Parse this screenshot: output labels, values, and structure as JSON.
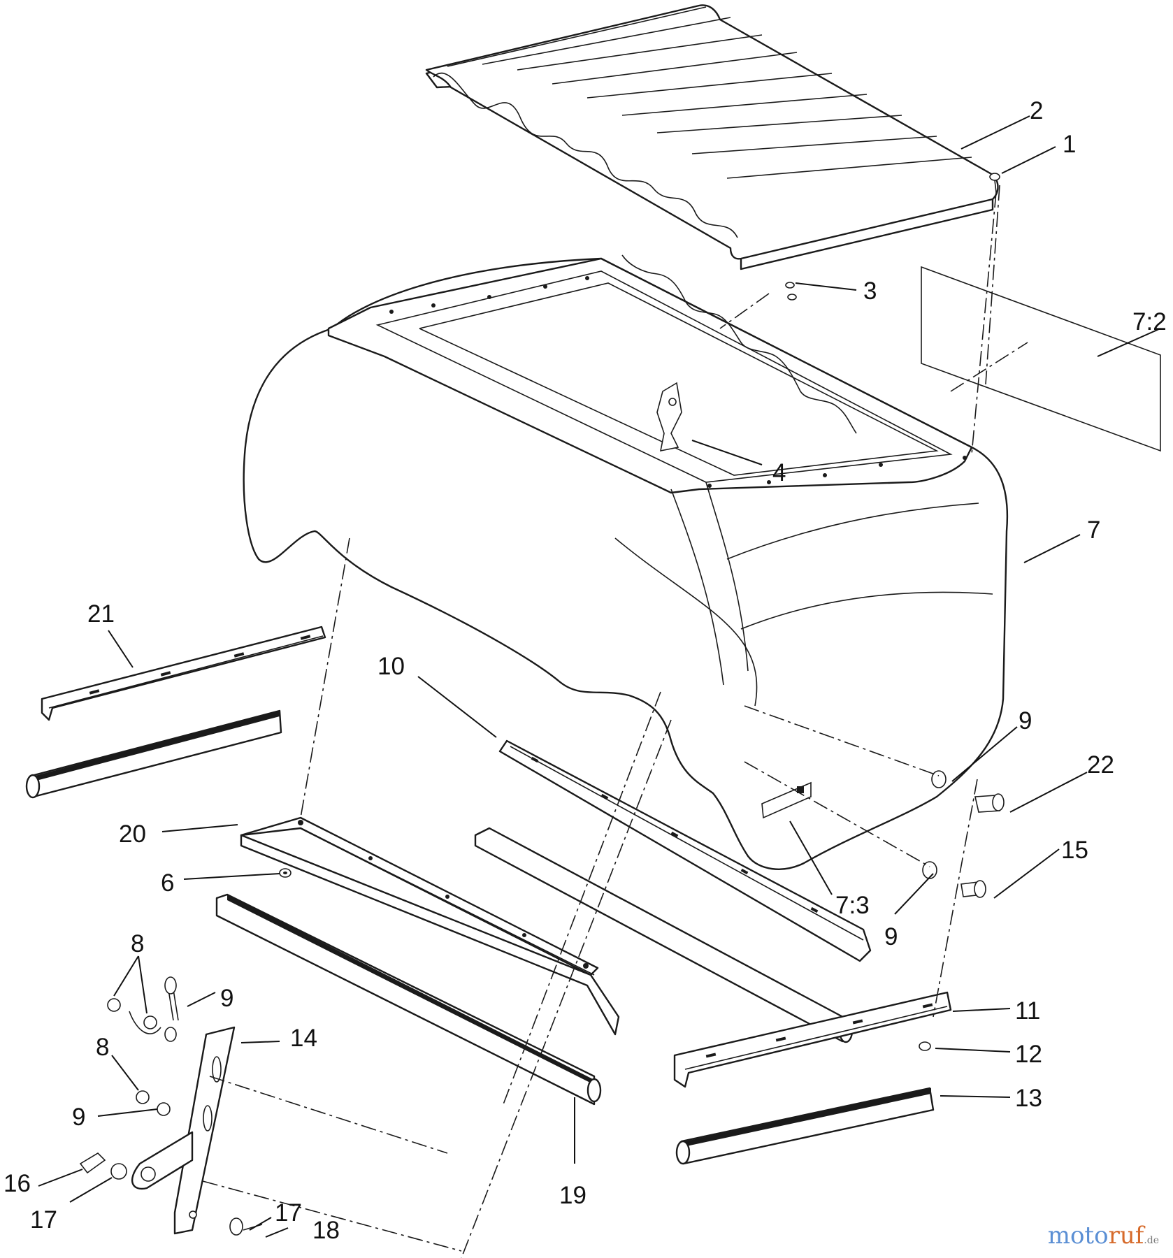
{
  "callouts": {
    "c1": "1",
    "c2": "2",
    "c3": "3",
    "c4": "4",
    "c6": "6",
    "c7": "7",
    "c7_2": "7:2",
    "c7_3": "7:3",
    "c8a": "8",
    "c8b": "8",
    "c9a": "9",
    "c9b": "9",
    "c9c": "9",
    "c9d": "9",
    "c10": "10",
    "c11": "11",
    "c12": "12",
    "c13": "13",
    "c14": "14",
    "c15": "15",
    "c16": "16",
    "c17a": "17",
    "c17b": "17",
    "c18": "18",
    "c19": "19",
    "c20": "20",
    "c21": "21",
    "c22": "22"
  },
  "watermark": {
    "part1": "moto",
    "part2": "ruf",
    "part3": ".de"
  }
}
